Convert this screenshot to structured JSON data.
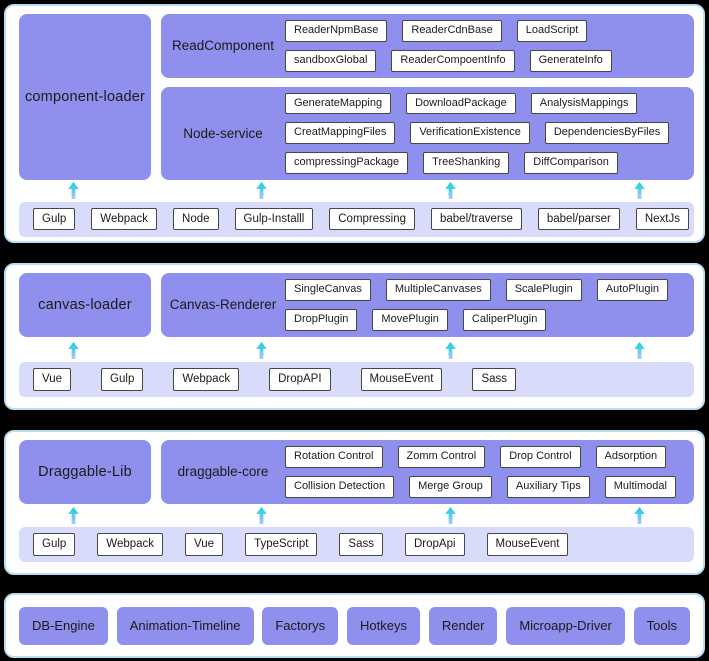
{
  "icons": {
    "up_arrow": "↑"
  },
  "colors": {
    "background": "#000000",
    "panel_bg": "#ffffff",
    "panel_border": "#b9ddf3",
    "box_purple": "#8f8fee",
    "deps_bar_bg": "#d8dbf9",
    "chip_bg": "#ffffff",
    "chip_border": "#474747",
    "arrow_cyan": "#13d2da",
    "arrow_fade": "#aec6fb",
    "text": "#1b1b1b"
  },
  "panels": [
    {
      "loader": "component-loader",
      "services": [
        {
          "label": "ReadComponent",
          "rows": [
            [
              "ReaderNpmBase",
              "ReaderCdnBase",
              "LoadScript"
            ],
            [
              "sandboxGlobal",
              "ReaderCompoentInfo",
              "GenerateInfo"
            ]
          ]
        },
        {
          "label": "Node-service",
          "rows": [
            [
              "GenerateMapping",
              "DownloadPackage",
              "AnalysisMappings"
            ],
            [
              "CreatMappingFiles",
              "VerificationExistence",
              "DependenciesByFiles"
            ],
            [
              "compressingPackage",
              "TreeShanking",
              "DiffComparison"
            ]
          ]
        }
      ],
      "deps": [
        "Gulp",
        "Webpack",
        "Node",
        "Gulp-Installl",
        "Compressing",
        "babel/traverse",
        "babel/parser",
        "NextJs"
      ]
    },
    {
      "loader": "canvas-loader",
      "services": [
        {
          "label": "Canvas-Renderer",
          "rows": [
            [
              "SingleCanvas",
              "MultipleCanvases",
              "ScalePlugin",
              "AutoPlugin"
            ],
            [
              "DropPlugin",
              "MovePlugin",
              "CaliperPlugin"
            ]
          ]
        }
      ],
      "deps": [
        "Vue",
        "Gulp",
        "Webpack",
        "DropAPI",
        "MouseEvent",
        "Sass"
      ]
    },
    {
      "loader": "Draggable-Lib",
      "services": [
        {
          "label": "draggable-core",
          "rows": [
            [
              "Rotation Control",
              "Zomm Control",
              "Drop Control",
              "Adsorption"
            ],
            [
              "Collision Detection",
              "Merge Group",
              "Auxiliary Tips",
              "Multimodal"
            ]
          ]
        }
      ],
      "deps": [
        "Gulp",
        "Webpack",
        "Vue",
        "TypeScript",
        "Sass",
        "DropApi",
        "MouseEvent"
      ]
    }
  ],
  "foundation": [
    "DB-Engine",
    "Animation-Timeline",
    "Factorys",
    "Hotkeys",
    "Render",
    "Microapp-Driver",
    "Tools"
  ]
}
